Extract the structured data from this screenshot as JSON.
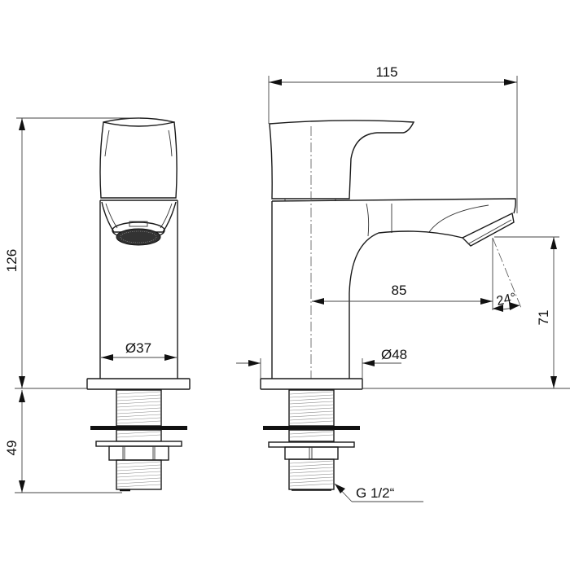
{
  "drawing": {
    "subject": "Basin pillar tap dimension drawing",
    "views": [
      "front-view",
      "side-view"
    ],
    "dimensions": {
      "total_height": "126",
      "thread_length": "49",
      "body_diameter": "Ø37",
      "base_diameter": "Ø48",
      "total_depth": "115",
      "spout_reach": "85",
      "spout_height": "71",
      "spout_angle": "24°",
      "connection_thread": "G 1/2“"
    },
    "units": "mm",
    "colors": {
      "line": "#1a1a1a",
      "background": "#ffffff"
    }
  }
}
